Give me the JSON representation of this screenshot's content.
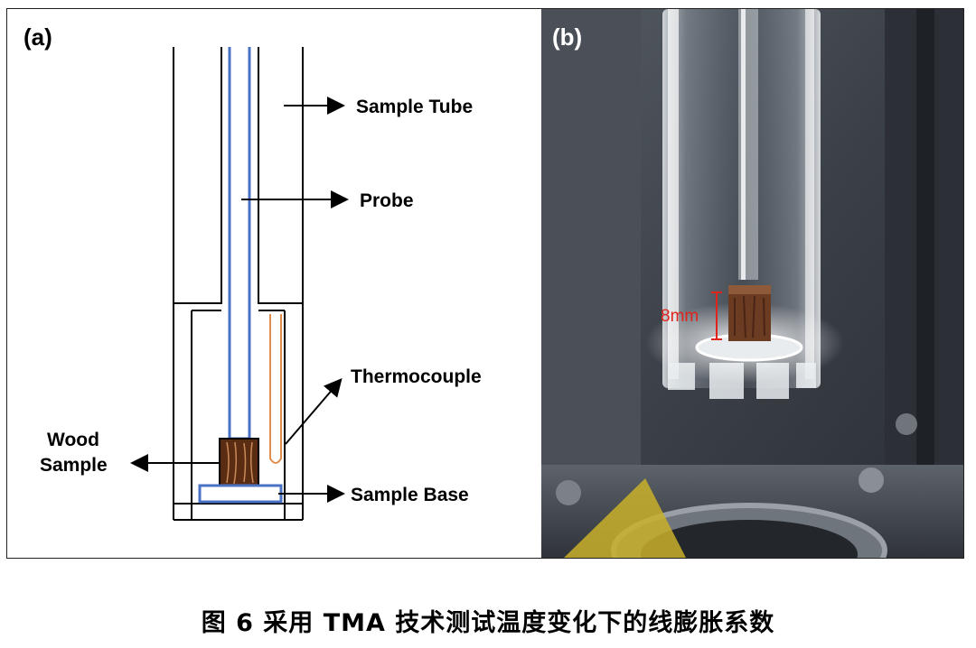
{
  "panel_a": {
    "label": "(a)",
    "labels": {
      "sample_tube": "Sample Tube",
      "probe": "Probe",
      "thermocouple": "Thermocouple",
      "wood_sample_line1": "Wood",
      "wood_sample_line2": "Sample",
      "sample_base": "Sample Base"
    },
    "colors": {
      "probe": "#4a72c4",
      "thermocouple": "#e08c4c",
      "wood": "#5a2d12",
      "wood_grain": "#c98a5a"
    }
  },
  "panel_b": {
    "label": "(b)",
    "dimension_label": "8mm",
    "colors": {
      "dimension": "#e0241c"
    }
  },
  "caption": "图 6 采用 TMA 技术测试温度变化下的线膨胀系数"
}
